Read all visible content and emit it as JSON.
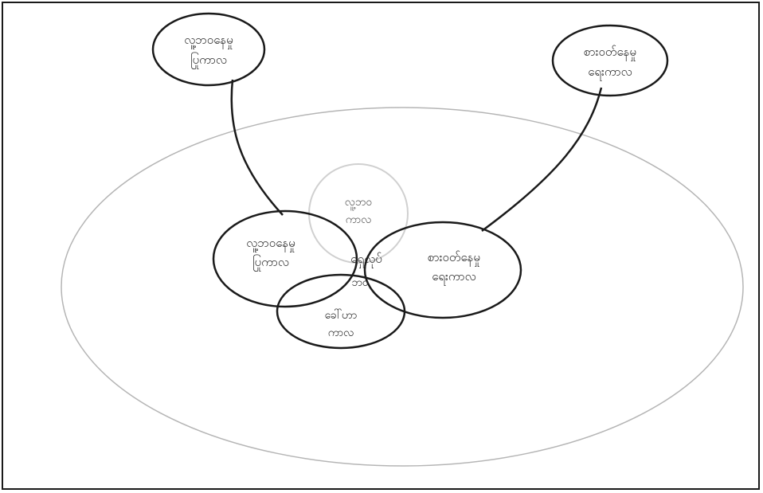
{
  "diagram": {
    "outer_circle_label": "",
    "nodes": [
      {
        "id": "top-left",
        "line1": "လူ့ဘဝနေမှု",
        "line2": "ပြုကာလ"
      },
      {
        "id": "top-right",
        "line1": "စားဝတ်နေမှု",
        "line2": "ရေးကာလ"
      },
      {
        "id": "inner-top",
        "line1": "လူ့ဘဝ",
        "line2": "ကာလ"
      },
      {
        "id": "inner-left",
        "line1": "လူ့ဘဝနေမှု",
        "line2": "ပြုကာလ"
      },
      {
        "id": "inner-right",
        "line1": "စားဝတ်နေမှု",
        "line2": "ရေးကာလ"
      },
      {
        "id": "inner-bottom",
        "line1": "ခေါ်ဟာ",
        "line2": "ကာလ"
      }
    ],
    "center_label_1": "ရှေ့လုပ်",
    "center_label_2": "ဘဝ"
  },
  "colors": {
    "stroke": "#1a1a1a",
    "faint_stroke": "#cfcfcf",
    "background": "#ffffff"
  }
}
